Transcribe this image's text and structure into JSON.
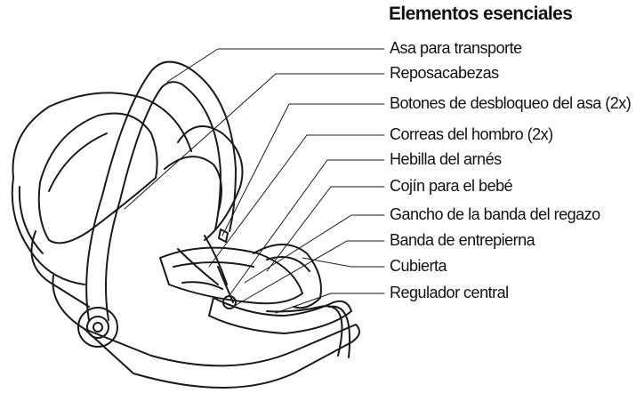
{
  "title": "Elementos esenciales",
  "labels": [
    "Asa para transporte",
    "Reposacabezas",
    "Botones de desbloqueo del asa (2x)",
    "Correas del hombro (2x)",
    "Hebilla del arnés",
    "Cojín para el bebé",
    "Gancho de la banda del regazo",
    "Banda de entrepierna",
    "Cubierta",
    "Regulador central"
  ],
  "colors": {
    "line": "#1a1a1a",
    "background": "#ffffff"
  }
}
